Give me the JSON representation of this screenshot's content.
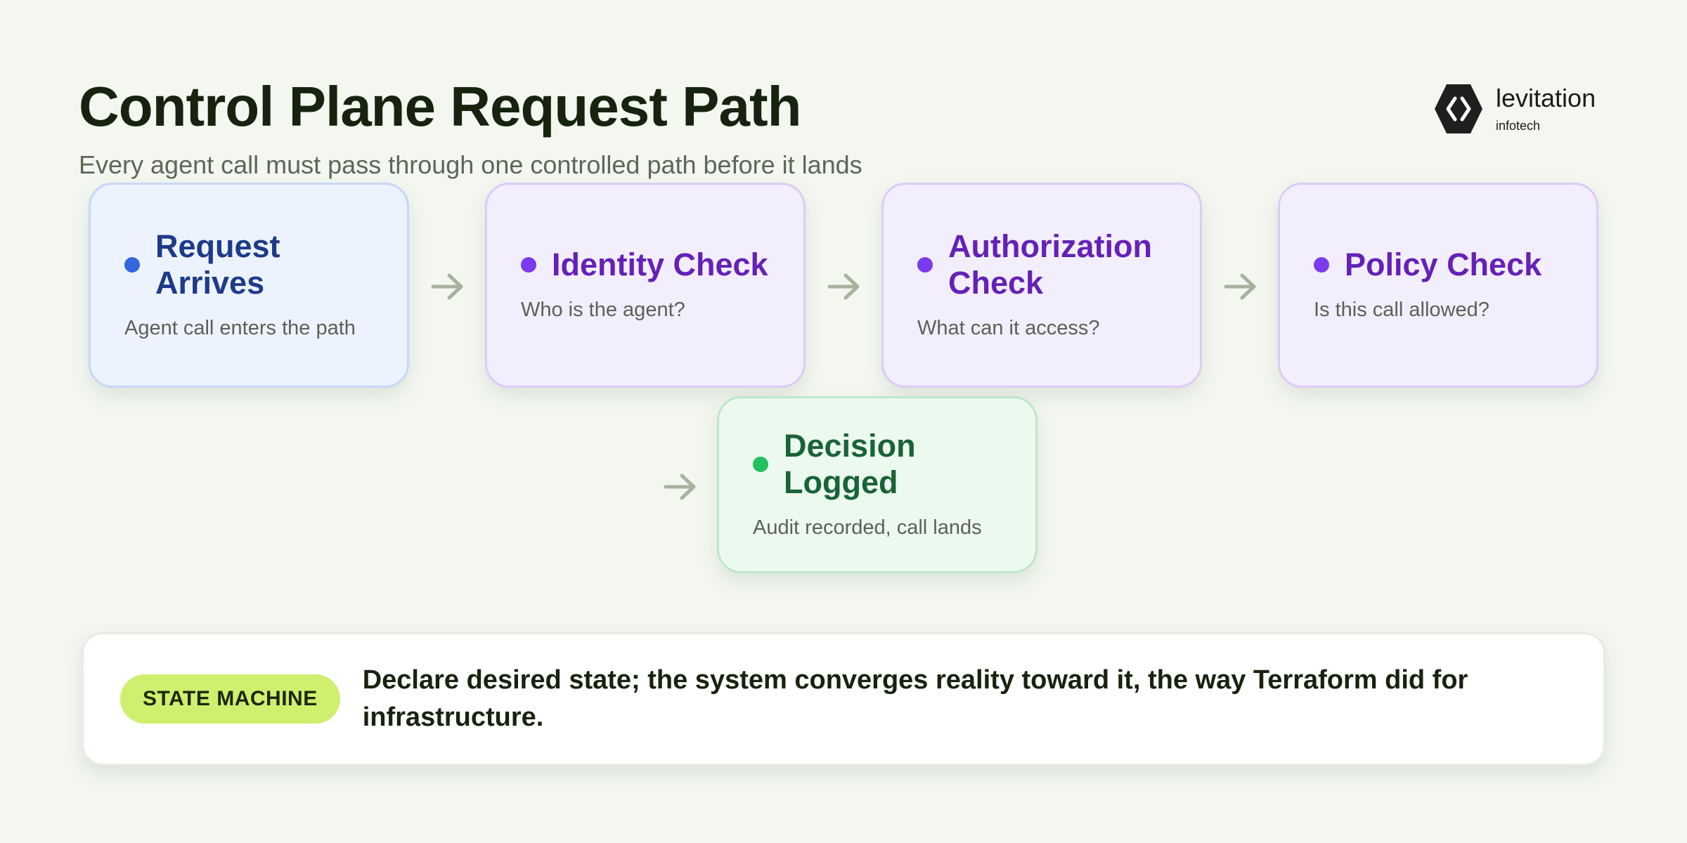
{
  "header": {
    "title": "Control Plane Request Path",
    "subtitle": "Every agent call must pass through one controlled path before it lands"
  },
  "logo": {
    "name": "levitation",
    "sub": "infotech",
    "icon": "hexagon-chevrons-icon"
  },
  "steps": [
    {
      "title": "Request Arrives",
      "desc": "Agent call enters the path",
      "color": "#3467dd"
    },
    {
      "title": "Identity Check",
      "desc": "Who is the agent?",
      "color": "#7c3aed"
    },
    {
      "title": "Authorization Check",
      "desc": "What can it access?",
      "color": "#7c3aed"
    },
    {
      "title": "Policy Check",
      "desc": "Is this call allowed?",
      "color": "#7c3aed"
    },
    {
      "title": "Decision Logged",
      "desc": "Audit recorded, call lands",
      "color": "#22c05e"
    }
  ],
  "callout": {
    "badge": "STATE MACHINE",
    "text": "Declare desired state; the system converges reality toward it, the way Terraform did for infrastructure."
  },
  "colors": {
    "background": "#f3f7f0",
    "arrow": "#a7b39c",
    "badge": "#cff06f"
  }
}
